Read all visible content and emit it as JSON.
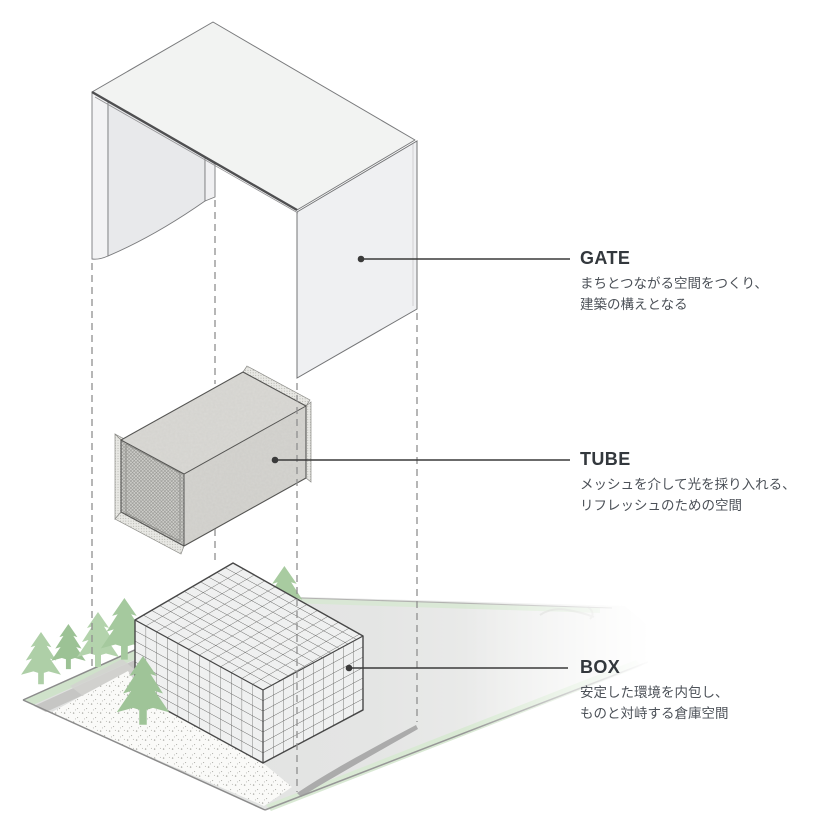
{
  "figure": {
    "title": "concept-diagram",
    "items": [
      {
        "id": "gate",
        "title": "GATE",
        "description_lines": [
          "まちとつながる空間をつくり、",
          "建築の構えとなる"
        ]
      },
      {
        "id": "tube",
        "title": "TUBE",
        "description_lines": [
          "メッシュを介して光を採り入れる、",
          "リフレッシュのための空間"
        ]
      },
      {
        "id": "box",
        "title": "BOX",
        "description_lines": [
          "安定した環境を内包し、",
          "ものと対峙する倉庫空間"
        ]
      }
    ],
    "colors": {
      "text_heading": "#33383d",
      "text_body": "#4c5158",
      "leader_line": "#3a3a3a",
      "dashed_line": "#8f8f8f",
      "concrete_gray": "#d6d5d1",
      "grid_line": "#5a5a58",
      "plane_gray": "#e2e3e2",
      "road_gray": "#c6c6c4",
      "tree_green_light": "#b3d3ac",
      "tree_green_mid": "#9cc295",
      "band_green": "#cfe2ca"
    }
  }
}
